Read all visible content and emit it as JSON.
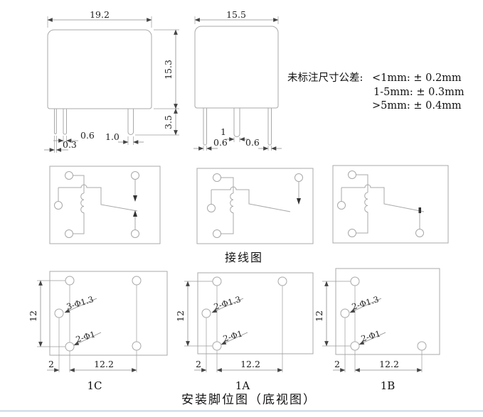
{
  "tolerance_note": {
    "title": "未标注尺寸公差:",
    "lines": [
      "<1mm: ± 0.2mm",
      "1-5mm: ± 0.3mm",
      ">5mm: ± 0.4mm"
    ]
  },
  "front_view_a": {
    "width": "19.2",
    "height": "15.3",
    "pin_length": "3.5",
    "pin2_width": "0.6",
    "pin1_width": "0.3",
    "pin3_width": "1.0"
  },
  "front_view_b": {
    "width": "15.5",
    "pin_mid_width": "1",
    "pin_left_width": "0.6",
    "pin_right_width": "0.6"
  },
  "wiring": {
    "caption": "接线图"
  },
  "footprints": {
    "caption": "安装脚位图（底视图）",
    "variants": [
      {
        "label": "1C",
        "note_top": "3-Φ1.3",
        "note_bottom": "2-Φ1",
        "dim_height": "12",
        "dim_offset": "2",
        "dim_width": "12.2"
      },
      {
        "label": "1A",
        "note_top": "2-Φ1.3",
        "note_bottom": "2-Φ1",
        "dim_height": "12",
        "dim_offset": "2",
        "dim_width": "12.2"
      },
      {
        "label": "1B",
        "note_top": "2-Φ1.3",
        "note_bottom": "2-Φ1",
        "dim_height": "12",
        "dim_offset": "2",
        "dim_width": "12.2"
      }
    ]
  },
  "colors": {
    "line": "#a8a8a8",
    "dim_line": "#8c8c8c",
    "text": "#1f1f1f",
    "footer_rule": "#c7d6e7"
  }
}
